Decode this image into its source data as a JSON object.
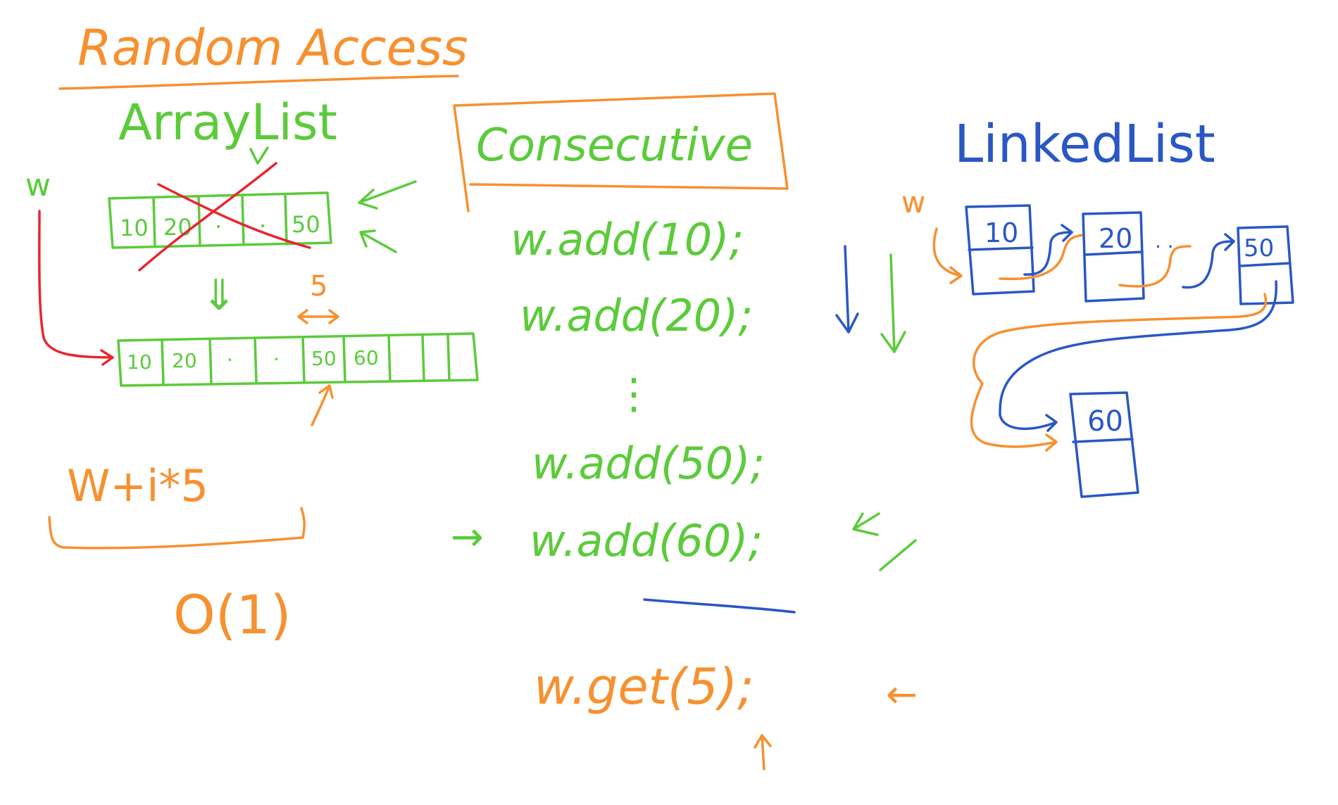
{
  "colors": {
    "orange": "#f7902f",
    "green": "#5bcb3a",
    "blue": "#2a57c6",
    "red": "#e8262f",
    "background": "#ffffff"
  },
  "left": {
    "heading": "Random Access",
    "array_title": "ArrayList",
    "pointer_label": "w",
    "old_cells": [
      "10",
      "20",
      "·",
      "·",
      "50"
    ],
    "double_arrow": "⇓",
    "size_label": "5",
    "new_cells": [
      "10",
      "20",
      "·",
      "·",
      "50",
      "60",
      "",
      "",
      ""
    ],
    "formula": "W+i*5",
    "complexity": "O(1)"
  },
  "middle": {
    "consecutive_label": "Consecutive",
    "calls": [
      "w.add(10);",
      "w.add(20);",
      "⋮",
      "w.add(50);",
      "w.add(60);"
    ],
    "get_call": "w.get(5);",
    "arrow_left": "→",
    "arrow_back": "←"
  },
  "right": {
    "title": "LinkedList",
    "pointer_label": "w",
    "nodes": [
      "10",
      "20",
      "50",
      "60"
    ],
    "dots": "· ·"
  }
}
